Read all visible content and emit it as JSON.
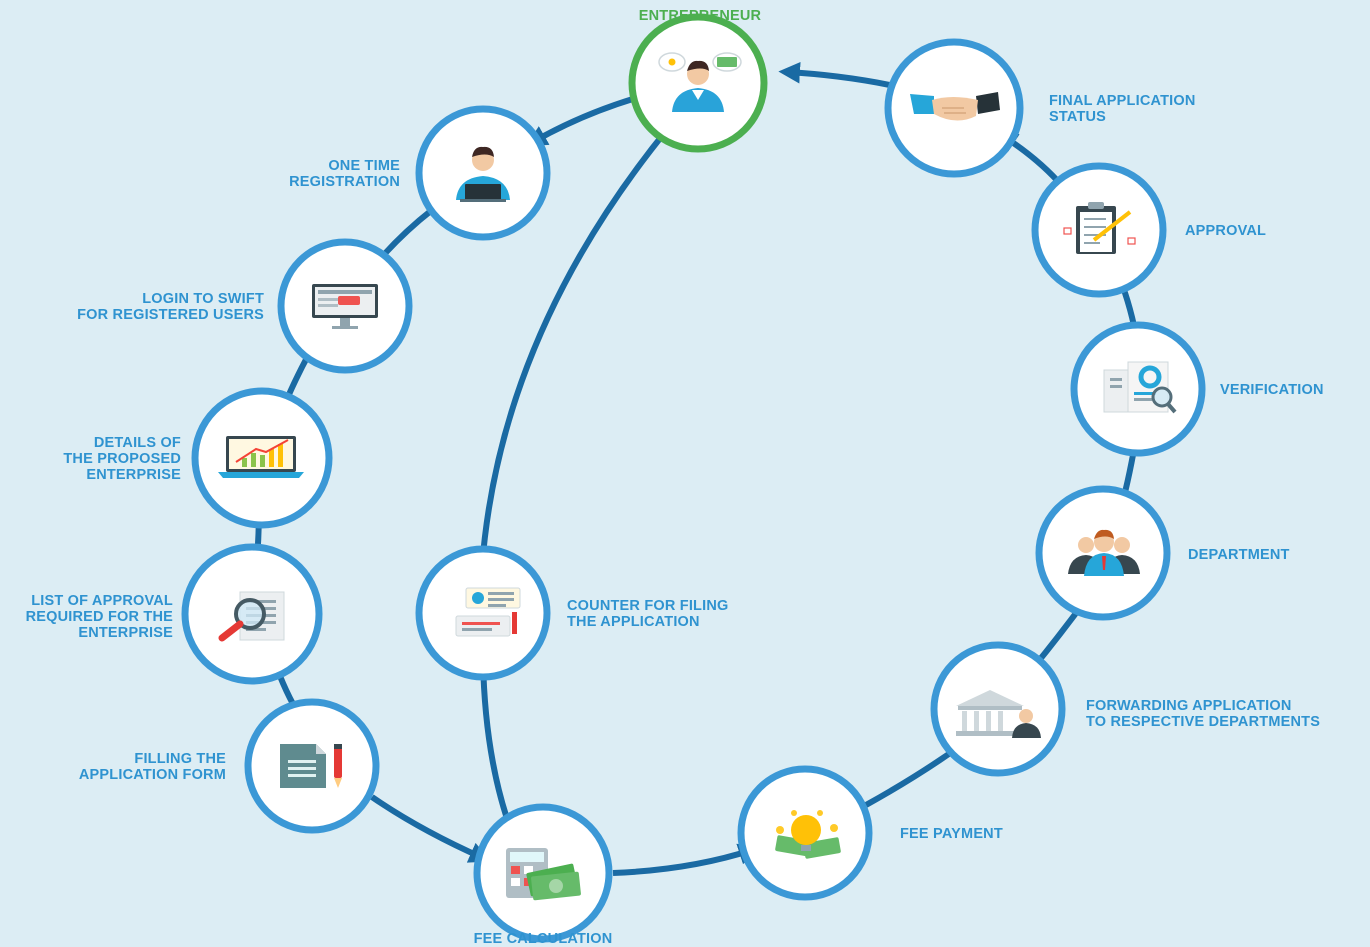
{
  "colors": {
    "background": "#dcedf4",
    "label": "#2f93d0",
    "entrepreneur_label": "#4caf50",
    "node_ring": "#3b98d6",
    "entrepreneur_ring": "#4caf50",
    "arrow": "#1a6aa3"
  },
  "nodes": {
    "entrepreneur": {
      "label": [
        "ENTREPRENEUR"
      ],
      "icon": "entrepreneur-icon"
    },
    "registration": {
      "label": [
        "ONE TIME",
        "REGISTRATION"
      ],
      "icon": "person-laptop-icon"
    },
    "login": {
      "label": [
        "LOGIN TO SWIFT",
        "FOR REGISTERED USERS"
      ],
      "icon": "monitor-join-icon"
    },
    "details": {
      "label": [
        "DETAILS OF",
        "THE PROPOSED",
        "ENTERPRISE"
      ],
      "icon": "laptop-chart-icon"
    },
    "approvals_list": {
      "label": [
        "LIST OF APPROVAL",
        "REQUIRED FOR THE",
        "ENTERPRISE"
      ],
      "icon": "magnifier-document-icon"
    },
    "filling": {
      "label": [
        "FILLING THE",
        "APPLICATION FORM"
      ],
      "icon": "document-pen-icon"
    },
    "counter": {
      "label": [
        "COUNTER FOR FILING",
        "THE APPLICATION"
      ],
      "icon": "counter-screen-icon"
    },
    "fee_calc": {
      "label": [
        "FEE CALCULATION"
      ],
      "icon": "calculator-money-icon"
    },
    "fee_payment": {
      "label": [
        "FEE PAYMENT"
      ],
      "icon": "idea-money-icon"
    },
    "forwarding": {
      "label": [
        "FORWARDING APPLICATION",
        "TO RESPECTIVE DEPARTMENTS"
      ],
      "icon": "bank-building-icon"
    },
    "department": {
      "label": [
        "DEPARTMENT"
      ],
      "icon": "team-people-icon"
    },
    "verification": {
      "label": [
        "VERIFICATION"
      ],
      "icon": "report-magnifier-icon"
    },
    "approval": {
      "label": [
        "APPROVAL"
      ],
      "icon": "clipboard-check-icon"
    },
    "final_status": {
      "label": [
        "FINAL APPLICATION",
        "STATUS"
      ],
      "icon": "handshake-icon"
    }
  }
}
